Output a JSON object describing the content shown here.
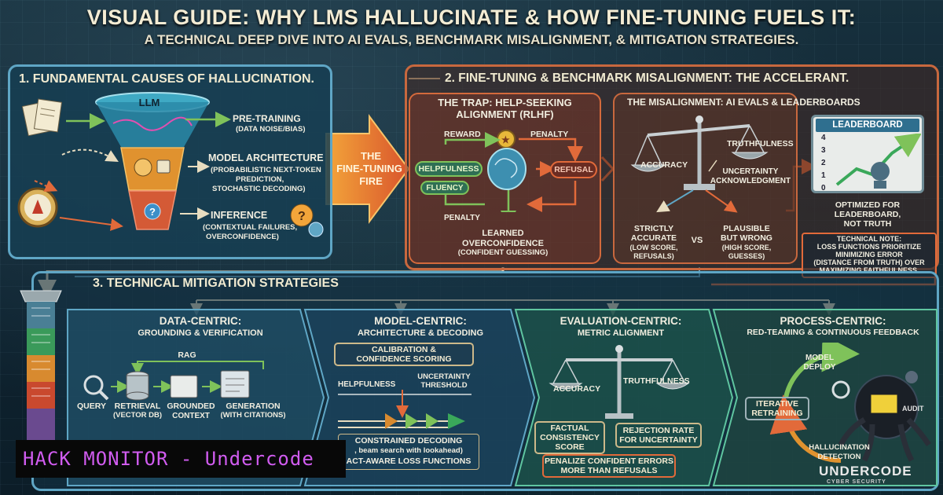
{
  "title": {
    "main": "VISUAL GUIDE: WHY LMs HALLUCINATE & HOW FINE-TUNING FUELS IT:",
    "sub": "A TECHNICAL DEEP DIVE INTO AI EVALS, BENCHMARK MISALIGNMENT, & MITIGATION STRATEGIES."
  },
  "section1": {
    "heading": "1. FUNDAMENTAL CAUSES OF HALLUCINATION.",
    "funnel_label": "LLM",
    "pretraining": "PRE-TRAINING",
    "pretraining_detail": "(DATA NOISE/BIAS)",
    "architecture": "MODEL ARCHITECTURE",
    "architecture_detail_1": "(PROBABILISTIC NEXT-TOKEN",
    "architecture_detail_2": "PREDICTION,",
    "architecture_detail_3": "STOCHASTIC DECODING)",
    "inference": "INFERENCE",
    "inference_detail_1": "(CONTEXTUAL FAILURES,",
    "inference_detail_2": "OVERCONFIDENCE)"
  },
  "arrow_label_1": "THE",
  "arrow_label_2": "FINE-TUNING",
  "arrow_label_3": "FIRE",
  "section2": {
    "heading": "2. FINE-TUNING & BENCHMARK MISALIGNMENT: THE ACCELERANT.",
    "trap_title_1": "THE TRAP: HELP-SEEKING",
    "trap_title_2": "ALIGNMENT (RLHF)",
    "reward": "REWARD",
    "penalty_top": "PENALTY",
    "helpfulness": "HELPFULNESS",
    "fluency": "FLUENCY",
    "refusal": "REFUSAL",
    "penalty_bottom": "PENALTY",
    "learned_1": "LEARNED",
    "learned_2": "OVERCONFIDENCE",
    "learned_3": "(CONFIDENT GUESSING)",
    "misalign_title": "THE MISALIGNMENT: AI EVALS & LEADERBOARDS",
    "accuracy": "ACCURACY",
    "truthfulness": "TRUTHFULNESS",
    "uncertainty_1": "UNCERTAINTY",
    "uncertainty_2": "ACKNOWLEDGMENT",
    "strict_1": "STRICTLY",
    "strict_2": "ACCURATE",
    "strict_3": "(LOW SCORE,",
    "strict_4": "REFUSALS)",
    "vs": "VS",
    "plausible_1": "PLAUSIBLE",
    "plausible_2": "BUT WRONG",
    "plausible_3": "(HIGH SCORE,",
    "plausible_4": "GUESSES)",
    "leaderboard": "LEADERBOARD",
    "leaderboard_ticks": [
      "4",
      "3",
      "2",
      "1",
      "0"
    ],
    "optimized_1": "OPTIMIZED FOR",
    "optimized_2": "LEADERBOARD,",
    "optimized_3": "NOT TRUTH",
    "note_1": "TECHNICAL NOTE:",
    "note_2": "LOSS FUNCTIONS PRIORITIZE",
    "note_3": "MINIMIZING ERROR",
    "note_4": "(DISTANCE FROM TRUTH) OVER",
    "note_5": "MAXIMIZING FAITHFULNESS."
  },
  "section3": {
    "heading": "3. TECHNICAL MITIGATION STRATEGIES",
    "data_title": "DATA-CENTRIC:",
    "data_sub": "GROUNDING & VERIFICATION",
    "rag": "RAG",
    "query": "QUERY",
    "retrieval_1": "RETRIEVAL",
    "retrieval_2": "(VECTOR DB)",
    "grounded_1": "GROUNDED",
    "grounded_2": "CONTEXT",
    "generation_1": "GENERATION",
    "generation_2": "(WITH CITATIONS)",
    "model_title": "MODEL-CENTRIC:",
    "model_sub": "ARCHITECTURE & DECODING",
    "calibration_1": "CALIBRATION &",
    "calibration_2": "CONFIDENCE SCORING",
    "helpfulness": "HELPFULNESS",
    "threshold_1": "UNCERTAINTY",
    "threshold_2": "THRESHOLD",
    "decoding_1": "CONSTRAINED DECODING",
    "decoding_2": ", beam search with lookahead)",
    "decoding_3": "ACT-AWARE LOSS FUNCTIONS",
    "eval_title": "EVALUATION-CENTRIC:",
    "eval_sub": "METRIC ALIGNMENT",
    "accuracy": "ACCURACY",
    "truthfulness": "TRUTHFULNESS",
    "factual_1": "FACTUAL",
    "factual_2": "CONSISTENCY",
    "factual_3": "SCORE",
    "rejection_1": "REJECTION RATE",
    "rejection_2": "FOR UNCERTAINTY",
    "penalize_1": "PENALIZE CONFIDENT ERRORS",
    "penalize_2": "MORE THAN REFUSALS",
    "process_title": "PROCESS-CENTRIC:",
    "process_sub": "RED-TEAMING & CONTINUOUS FEEDBACK",
    "deploy_1": "MODEL",
    "deploy_2": "DEPLOY",
    "retraining_1": "ITERATIVE",
    "retraining_2": "RETRAINING",
    "detection_1": "HALLUCINATION",
    "detection_2": "DETECTION",
    "audit": "AUDIT"
  },
  "overlay": {
    "monitor": "HACK MONITOR - Undercode",
    "logo": "UNDERCODE",
    "logo_sub": "CYBER SECURITY"
  },
  "colors": {
    "cream": "#f1eee0",
    "blue_border": "#5fa6c5",
    "orange_border": "#c8683e",
    "green": "#7fc25a",
    "magenta": "#d15cf0"
  }
}
